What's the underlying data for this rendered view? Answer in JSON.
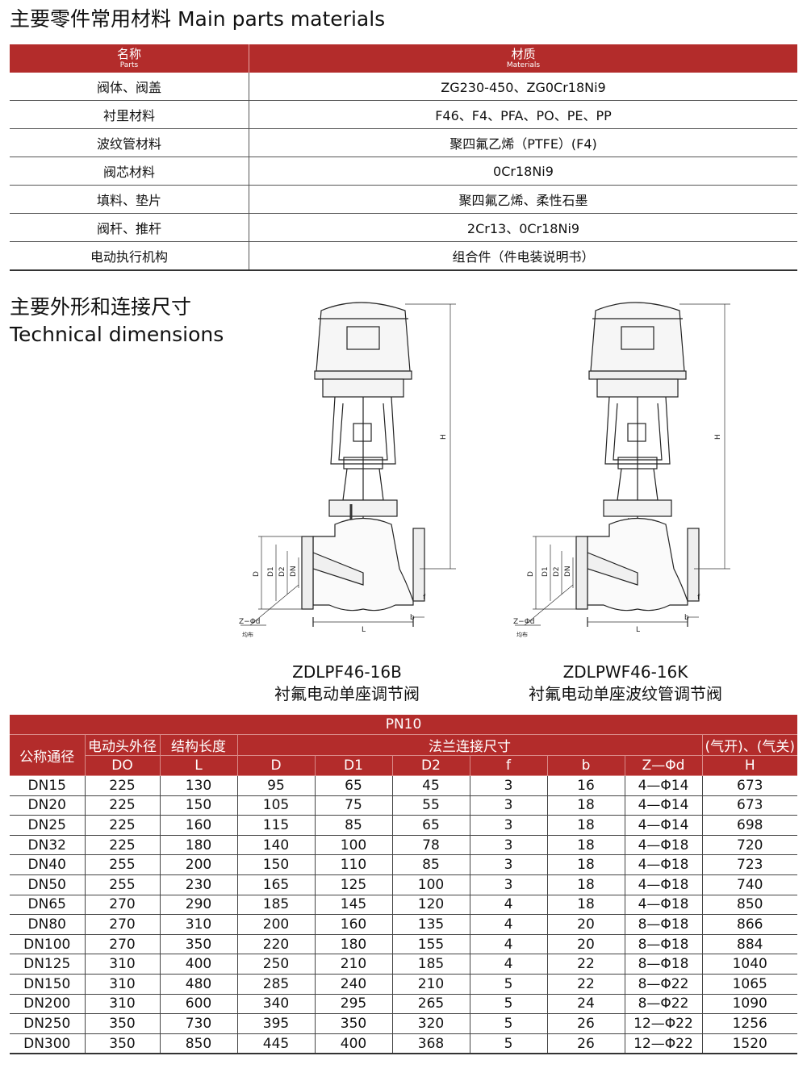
{
  "materials": {
    "title": "主要零件常用材料 Main parts materials",
    "header": {
      "parts_zh": "名称",
      "parts_en": "Parts",
      "mat_zh": "材质",
      "mat_en": "Materials"
    },
    "rows": [
      {
        "part": "阀体、阀盖",
        "material": "ZG230-450、ZG0Cr18Ni9"
      },
      {
        "part": "衬里材料",
        "material": "F46、F4、PFA、PO、PE、PP"
      },
      {
        "part": "波纹管材料",
        "material": "聚四氟乙烯（PTFE）(F4)"
      },
      {
        "part": "阀芯材料",
        "material": "0Cr18Ni9"
      },
      {
        "part": "填料、垫片",
        "material": "聚四氟乙烯、柔性石墨"
      },
      {
        "part": "阀杆、推杆",
        "material": "2Cr13、0Cr18Ni9"
      },
      {
        "part": "电动执行机构",
        "material": "组合件（件电装说明书）"
      }
    ]
  },
  "dimensions_title": {
    "zh": "主要外形和连接尺寸",
    "en": "Technical dimensions"
  },
  "drawings": [
    {
      "model": "ZDLPF46-16B",
      "name": "衬氟电动单座调节阀",
      "labels": {
        "H": "H",
        "D": "D",
        "D1": "D1",
        "D2": "D2",
        "DN": "DN",
        "f": "f",
        "b": "b",
        "L": "L",
        "Zd": "Z−Φd",
        "even": "均布"
      }
    },
    {
      "model": "ZDLPWF46-16K",
      "name": "衬氟电动单座波纹管调节阀",
      "labels": {
        "H": "H",
        "D": "D",
        "D1": "D1",
        "D2": "D2",
        "DN": "DN",
        "f": "f",
        "b": "b",
        "L": "L",
        "Zd": "Z−Φd",
        "even": "均布"
      }
    }
  ],
  "dim_table": {
    "pn": "PN10",
    "h_dn": "公称通径",
    "h_do_zh": "电动头外径",
    "h_l_zh": "结构长度",
    "h_flange": "法兰连接尺寸",
    "h_h_zh": "(气开)、(气关)",
    "cols": [
      "DO",
      "L",
      "D",
      "D1",
      "D2",
      "f",
      "b",
      "Z—Φd",
      "H"
    ],
    "rows": [
      [
        "DN15",
        "225",
        "130",
        "95",
        "65",
        "45",
        "3",
        "16",
        "4—Φ14",
        "673"
      ],
      [
        "DN20",
        "225",
        "150",
        "105",
        "75",
        "55",
        "3",
        "18",
        "4—Φ14",
        "673"
      ],
      [
        "DN25",
        "225",
        "160",
        "115",
        "85",
        "65",
        "3",
        "18",
        "4—Φ14",
        "698"
      ],
      [
        "DN32",
        "225",
        "180",
        "140",
        "100",
        "78",
        "3",
        "18",
        "4—Φ18",
        "720"
      ],
      [
        "DN40",
        "255",
        "200",
        "150",
        "110",
        "85",
        "3",
        "18",
        "4—Φ18",
        "723"
      ],
      [
        "DN50",
        "255",
        "230",
        "165",
        "125",
        "100",
        "3",
        "18",
        "4—Φ18",
        "740"
      ],
      [
        "DN65",
        "270",
        "290",
        "185",
        "145",
        "120",
        "4",
        "18",
        "4—Φ18",
        "850"
      ],
      [
        "DN80",
        "270",
        "310",
        "200",
        "160",
        "135",
        "4",
        "20",
        "8—Φ18",
        "866"
      ],
      [
        "DN100",
        "270",
        "350",
        "220",
        "180",
        "155",
        "4",
        "20",
        "8—Φ18",
        "884"
      ],
      [
        "DN125",
        "310",
        "400",
        "250",
        "210",
        "185",
        "4",
        "22",
        "8—Φ18",
        "1040"
      ],
      [
        "DN150",
        "310",
        "480",
        "285",
        "240",
        "210",
        "5",
        "22",
        "8—Φ22",
        "1065"
      ],
      [
        "DN200",
        "310",
        "600",
        "340",
        "295",
        "265",
        "5",
        "24",
        "8—Φ22",
        "1090"
      ],
      [
        "DN250",
        "350",
        "730",
        "395",
        "350",
        "320",
        "5",
        "26",
        "12—Φ22",
        "1256"
      ],
      [
        "DN300",
        "350",
        "850",
        "445",
        "400",
        "368",
        "5",
        "26",
        "12—Φ22",
        "1520"
      ]
    ]
  }
}
